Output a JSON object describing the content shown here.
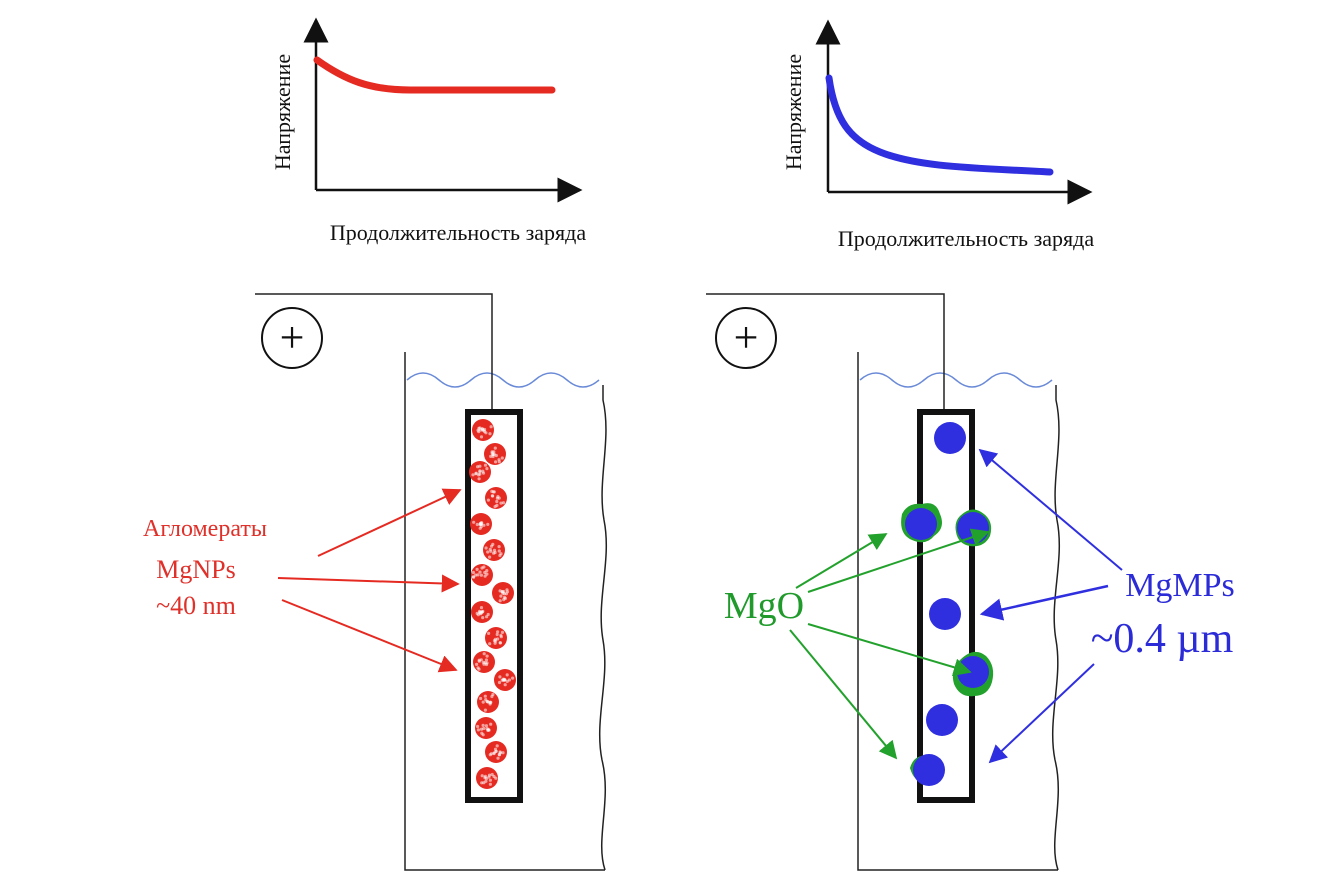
{
  "colors": {
    "red": "#e52a22",
    "blue": "#2f2fe0",
    "green": "#23a12d",
    "water": "#6a8ad8",
    "black": "#111111"
  },
  "left_chart": {
    "ylabel": "Напряжение",
    "xlabel": "Продолжительность заряда",
    "series_color": "red"
  },
  "right_chart": {
    "ylabel": "Напряжение",
    "xlabel": "Продолжительность заряда",
    "series_color": "blue"
  },
  "left_cell": {
    "terminal_symbol": "+",
    "label_line1": "Агломераты",
    "label_line2": "MgNPs",
    "label_line3": "~40 nm"
  },
  "right_cell": {
    "terminal_symbol": "+",
    "mgo_label": "MgO",
    "mgmp_label": "MgMPs",
    "size_label": "~0.4 µm"
  }
}
